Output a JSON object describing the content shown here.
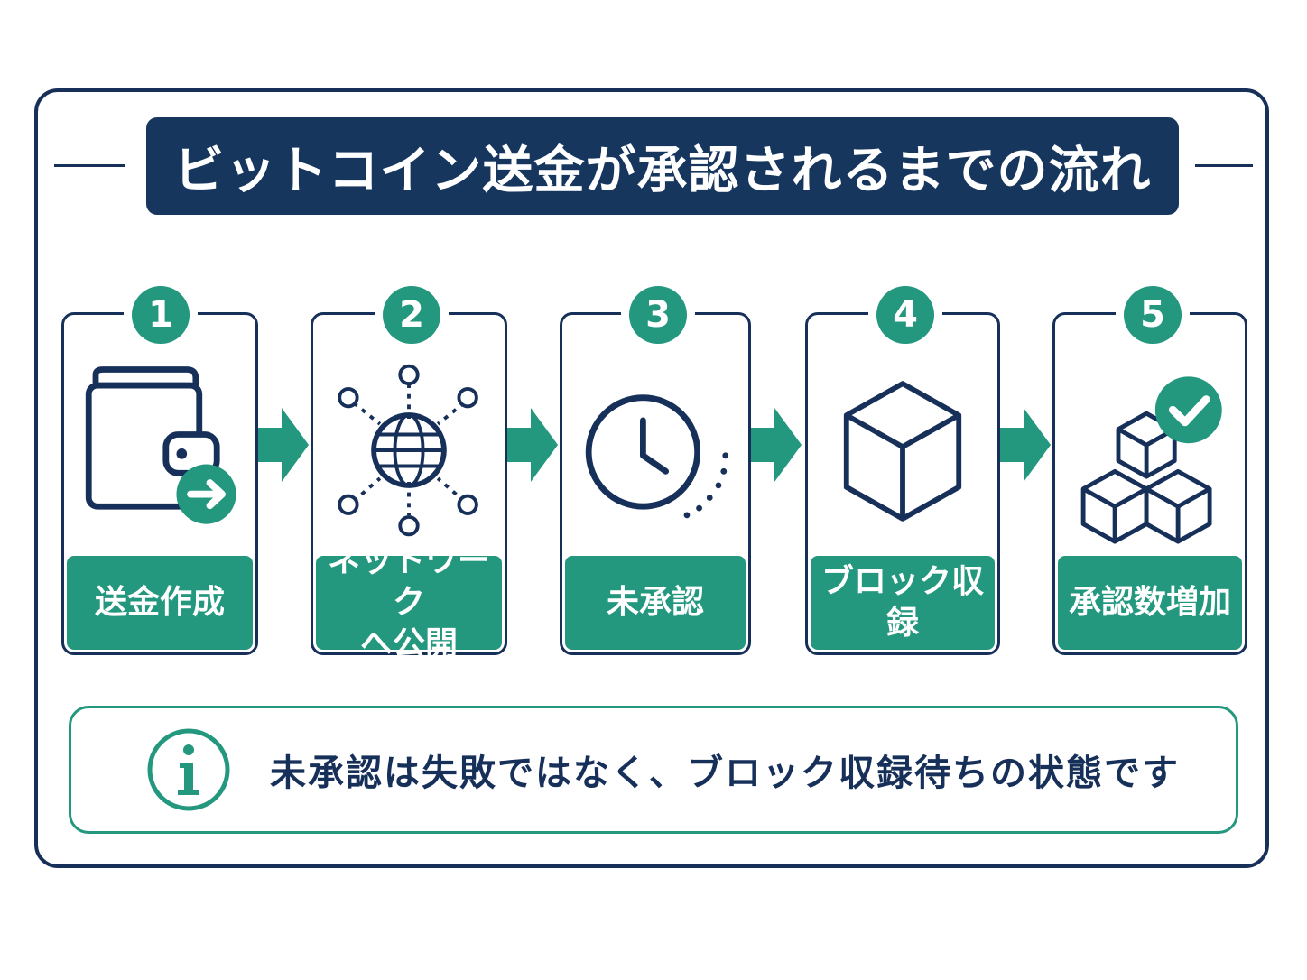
{
  "title": "ビットコイン送金が承認されるまでの流れ",
  "steps": [
    {
      "number": "1",
      "label": "送金作成"
    },
    {
      "number": "2",
      "label": "ネットワーク\nへ公開"
    },
    {
      "number": "3",
      "label": "未承認"
    },
    {
      "number": "4",
      "label": "ブロック収録"
    },
    {
      "number": "5",
      "label": "承認数増加"
    }
  ],
  "note": {
    "text": "未承認は失敗ではなく、ブロック収録待ちの状態です"
  },
  "icons": [
    "wallet-send-icon",
    "network-globe-icon",
    "clock-pending-icon",
    "block-cube-icon",
    "blocks-check-icon",
    "info-icon"
  ],
  "colors": {
    "navy": "#17305a",
    "title_bg": "#16365e",
    "teal": "#23987e"
  }
}
